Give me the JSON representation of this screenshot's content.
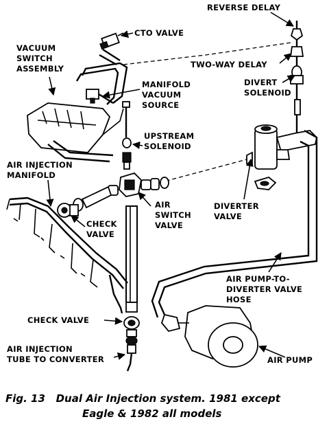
{
  "labels": {
    "reverse_delay": "REVERSE DELAY",
    "cto_valve": "CTO VALVE",
    "vacuum_switch_1": "VACUUM",
    "vacuum_switch_2": "SWITCH",
    "vacuum_switch_3": "ASSEMBLY",
    "two_way_delay": "TWO-WAY DELAY",
    "manifold_vacuum_1": "MANIFOLD",
    "manifold_vacuum_2": "VACUUM",
    "manifold_vacuum_3": "SOURCE",
    "divert_solenoid_1": "DIVERT",
    "divert_solenoid_2": "SOLENOID",
    "upstream_solenoid_1": "UPSTREAM",
    "upstream_solenoid_2": "SOLENOID",
    "air_injection_manifold_1": "AIR INJECTION",
    "air_injection_manifold_2": "MANIFOLD",
    "air_switch_valve_1": "AIR",
    "air_switch_valve_2": "SWITCH",
    "air_switch_valve_3": "VALVE",
    "diverter_valve_1": "DIVERTER",
    "diverter_valve_2": "VALVE",
    "check_valve_upper_1": "CHECK",
    "check_valve_upper_2": "VALVE",
    "air_pump_hose_1": "AIR PUMP-TO-",
    "air_pump_hose_2": "DIVERTER VALVE",
    "air_pump_hose_3": "HOSE",
    "check_valve_lower": "CHECK VALVE",
    "air_injection_tube_1": "AIR INJECTION",
    "air_injection_tube_2": "TUBE TO CONVERTER",
    "air_pump": "AIR PUMP"
  },
  "caption": {
    "line1": "Fig. 13   Dual Air Injection system. 1981 except",
    "line2": "Eagle & 1982 all models"
  }
}
